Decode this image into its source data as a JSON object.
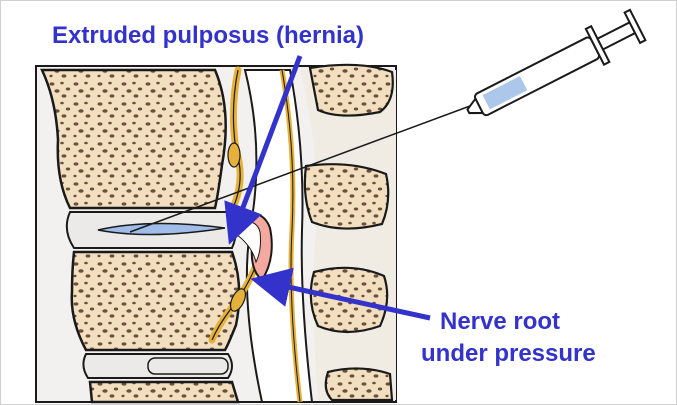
{
  "labels": {
    "hernia": "Extruded pulposus (hernia)",
    "nerve_line1": "Nerve root",
    "nerve_line2": "under pressure"
  },
  "colors": {
    "label_text": "#3333cc",
    "arrow": "#3333cc",
    "bone": "#f1dfc0",
    "bone_dark": "#6b4e3c",
    "disc": "#ece9e9",
    "nucleus": "#9fbde8",
    "nerve": "#e5b13a",
    "hernia_pink": "#f3a8a0",
    "outline": "#1a1a1a"
  },
  "icons": [
    "syringe-icon",
    "spine-illustration"
  ]
}
